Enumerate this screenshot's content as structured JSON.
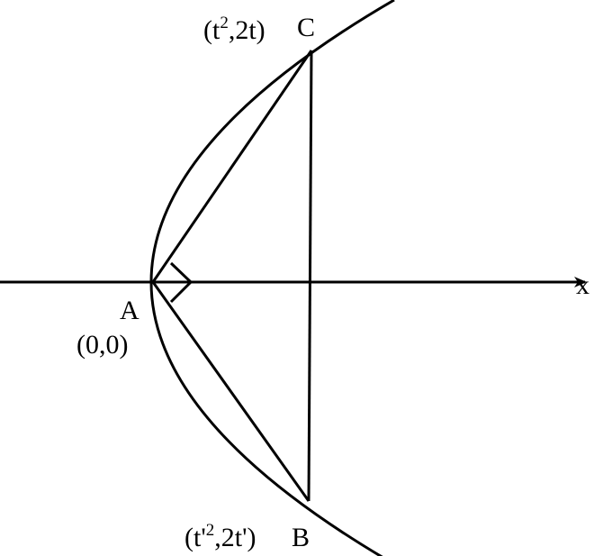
{
  "diagram": {
    "axis_label": "x",
    "points": {
      "A": {
        "name": "A",
        "coords": "(0,0)"
      },
      "C": {
        "name": "C",
        "coords_pre": "(t",
        "coords_sup": "2",
        "coords_post": ",2t)"
      },
      "B": {
        "name": "B",
        "coords_pre": "(t'",
        "coords_sup": "2",
        "coords_post": ",2t')"
      }
    },
    "stroke_color": "#000000"
  }
}
